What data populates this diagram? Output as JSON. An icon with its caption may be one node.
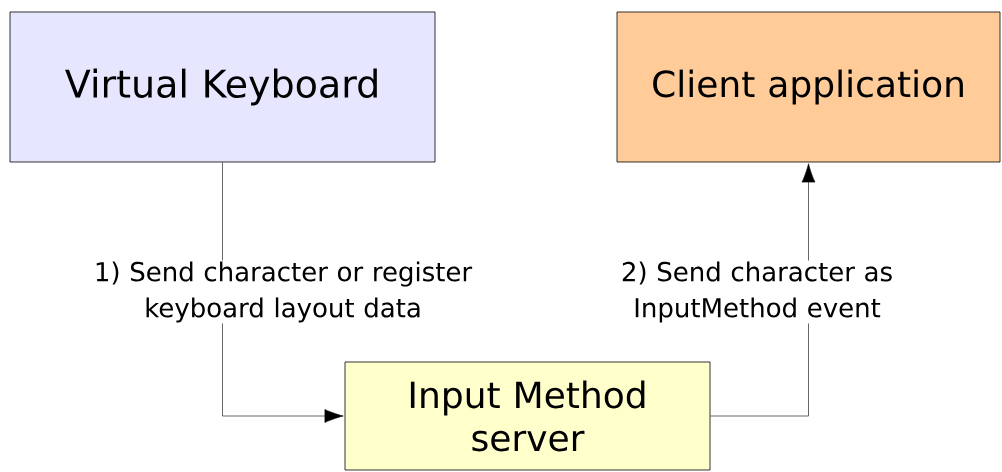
{
  "diagram": {
    "nodes": [
      {
        "text": [
          "Virtual Keyboard"
        ]
      },
      {
        "text": [
          "Client application"
        ]
      },
      {
        "text": [
          "Input Method server"
        ]
      }
    ],
    "edges": [
      {
        "from": 0,
        "to": 2,
        "arrow": "to",
        "label": "1) Send character or register keyboard layout data"
      },
      {
        "from": 2,
        "to": 1,
        "arrow": "to",
        "label": "2) Send character as InputMethod event"
      }
    ]
  }
}
